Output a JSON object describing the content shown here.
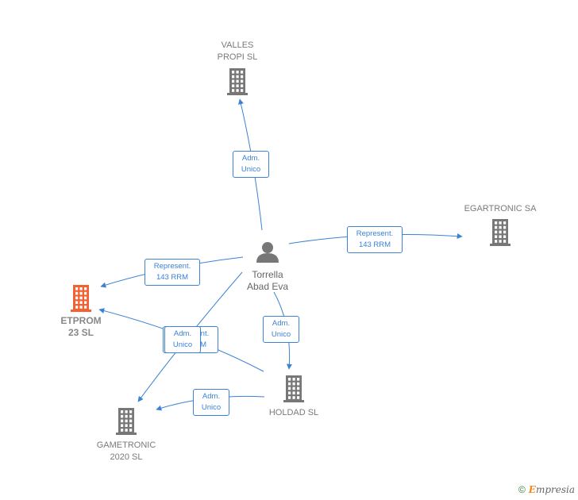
{
  "colors": {
    "edge": "#3b82d6",
    "company": "#777777",
    "focus_company": "#f26132",
    "person": "#777777"
  },
  "nodes": [
    {
      "id": "valles",
      "type": "company",
      "icon": "building-icon",
      "label": "VALLES\nPROPI  SL"
    },
    {
      "id": "egartronic",
      "type": "company",
      "icon": "building-icon",
      "label": "EGARTRONIC SA"
    },
    {
      "id": "torrella",
      "type": "person",
      "icon": "person-icon",
      "label": "Torrella\nAbad Eva"
    },
    {
      "id": "etprom",
      "type": "focus",
      "icon": "building-icon",
      "label": "ETPROM\n23  SL"
    },
    {
      "id": "holdad",
      "type": "company",
      "icon": "building-icon",
      "label": "HOLDAD  SL"
    },
    {
      "id": "gametronic",
      "type": "company",
      "icon": "building-icon",
      "label": "GAMETRONIC\n2020  SL"
    }
  ],
  "edges": [
    {
      "id": "e1",
      "from": "torrella",
      "to": "valles",
      "label": "Adm.\nUnico"
    },
    {
      "id": "e2",
      "from": "torrella",
      "to": "egartronic",
      "label": "Represent.\n143 RRM"
    },
    {
      "id": "e3",
      "from": "torrella",
      "to": "etprom",
      "label": "Represent.\n143 RRM"
    },
    {
      "id": "e4",
      "from": "torrella",
      "to": "holdad",
      "label": "Adm.\nUnico"
    },
    {
      "id": "e5",
      "from": "torrella",
      "to": "gametronic",
      "label": "Adm.\nUnico"
    },
    {
      "id": "e6",
      "from": "holdad",
      "to": "etprom",
      "label": "Represent.\n143 RRM"
    },
    {
      "id": "e7",
      "from": "holdad",
      "to": "gametronic",
      "label": "Adm.\nUnico"
    }
  ],
  "footer": {
    "copyright": "©",
    "brand_first": "E",
    "brand_rest": "mpresia"
  }
}
